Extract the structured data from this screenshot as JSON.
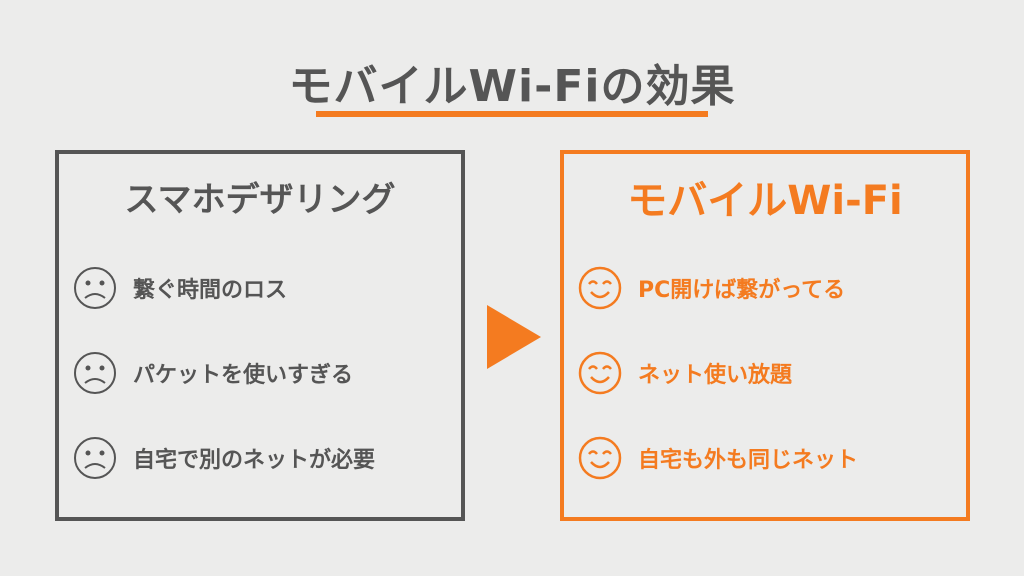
{
  "title": "モバイルWi-Fiの効果",
  "left": {
    "heading": "スマホデザリング",
    "items": [
      "繋ぐ時間のロス",
      "パケットを使いすぎる",
      "自宅で別のネットが必要"
    ]
  },
  "right": {
    "heading": "モバイルWi-Fi",
    "items": [
      "PC開けば繋がってる",
      "ネット使い放題",
      "自宅も外も同じネット"
    ]
  },
  "colors": {
    "accent": "#f47b20",
    "gray": "#555555"
  }
}
